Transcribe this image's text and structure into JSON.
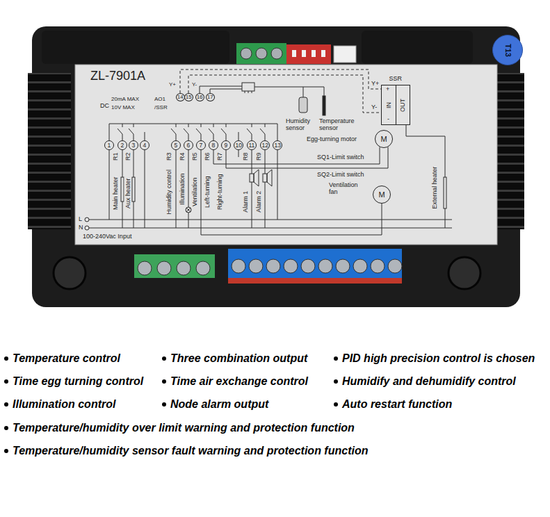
{
  "diagram": {
    "nodes": [
      {
        "text": [
          "ZL-7901A"
        ]
      },
      {
        "text": [
          "1"
        ],
        "in": 0
      },
      {
        "text": [
          "2"
        ],
        "in": 0
      },
      {
        "text": [
          "3"
        ],
        "in": 0
      },
      {
        "text": [
          "4"
        ],
        "in": 0
      },
      {
        "text": [
          "5"
        ],
        "in": 0
      },
      {
        "text": [
          "6"
        ],
        "in": 0
      },
      {
        "text": [
          "7"
        ],
        "in": 0
      },
      {
        "text": [
          "8"
        ],
        "in": 0
      },
      {
        "text": [
          "9"
        ],
        "in": 0
      },
      {
        "text": [
          "10"
        ],
        "in": 0
      },
      {
        "text": [
          "11"
        ],
        "in": 0
      },
      {
        "text": [
          "12"
        ],
        "in": 0
      },
      {
        "text": [
          "13"
        ],
        "in": 0
      },
      {
        "text": [
          "14"
        ],
        "in": 0
      },
      {
        "text": [
          "15"
        ],
        "in": 0
      },
      {
        "text": [
          "16"
        ],
        "in": 0
      },
      {
        "text": [
          "17"
        ],
        "in": 0
      },
      {
        "text": [
          "SSR",
          "IN",
          "OUT"
        ],
        "in": 0
      },
      {
        "text": [
          "M"
        ],
        "in": 0
      },
      {
        "text": [
          "M"
        ],
        "in": 0
      },
      {
        "text": [
          "T13"
        ]
      }
    ],
    "edges": [
      {
        "from": 14,
        "to": 18,
        "arrow": "none"
      },
      {
        "from": 15,
        "to": 18,
        "arrow": "none"
      },
      {
        "from": 8,
        "to": 19,
        "arrow": "none"
      },
      {
        "from": 9,
        "to": 19,
        "arrow": "none"
      },
      {
        "from": 7,
        "to": 20,
        "arrow": "none"
      }
    ],
    "labels": [
      "DC",
      "20mA MAX",
      "10V MAX",
      "AO1",
      "/SSR",
      "Y+",
      "Y-",
      "Y+",
      "Y-",
      "+",
      "-",
      "Humidity sensor",
      "Temperature sensor",
      "Egg-turning motor",
      "SQ1-Limit switch",
      "SQ2-Limit switch",
      "Ventilation fan",
      "R1",
      "Main heater",
      "R2",
      "Aux heater",
      "R3",
      "Humidity control",
      "R4",
      "Illumination",
      "R5",
      "Ventilation",
      "R6",
      "Left-turning",
      "R7",
      "Right-turning",
      "R8",
      "Alarm 1",
      "R9",
      "Alarm 2",
      "External heater",
      "L",
      "N",
      "100-240Vac Input",
      "Temperature control",
      "Three combination output",
      "PID high precision control is chosen",
      "Time egg turning control",
      "Time air exchange control",
      "Humidify and dehumidify control",
      "Illumination control",
      "Node alarm output",
      "Auto restart function",
      "Temperature/humidity over limit warning and protection function",
      "Temperature/humidity sensor fault warning and protection function"
    ]
  }
}
